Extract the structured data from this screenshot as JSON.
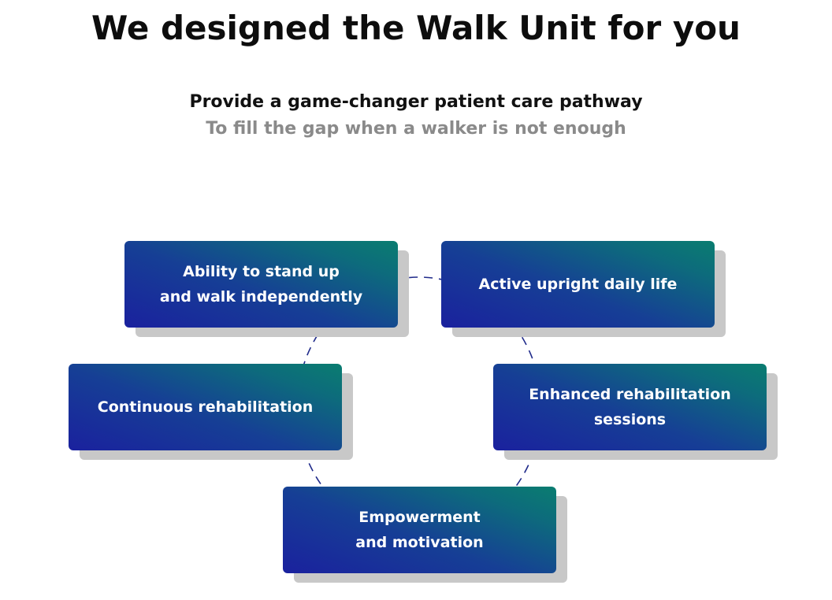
{
  "title": "We designed the Walk Unit for you",
  "subtitle": {
    "line1": "Provide a game-changer patient care pathway",
    "line2": "To fill the gap when a walker is not enough"
  },
  "colors": {
    "card_gradient_start": "#1a219e",
    "card_gradient_end": "#0a7d70",
    "connector": "#1f2a8a",
    "shadow": "#c8c8c8",
    "subtitle_secondary": "#8a8a8a"
  },
  "cycle": {
    "items": [
      {
        "label": "Ability to stand up\nand walk independently"
      },
      {
        "label": "Active upright daily life"
      },
      {
        "label": "Enhanced rehabilitation\nsessions"
      },
      {
        "label": "Empowerment\nand motivation"
      },
      {
        "label": "Continuous rehabilitation"
      }
    ]
  }
}
